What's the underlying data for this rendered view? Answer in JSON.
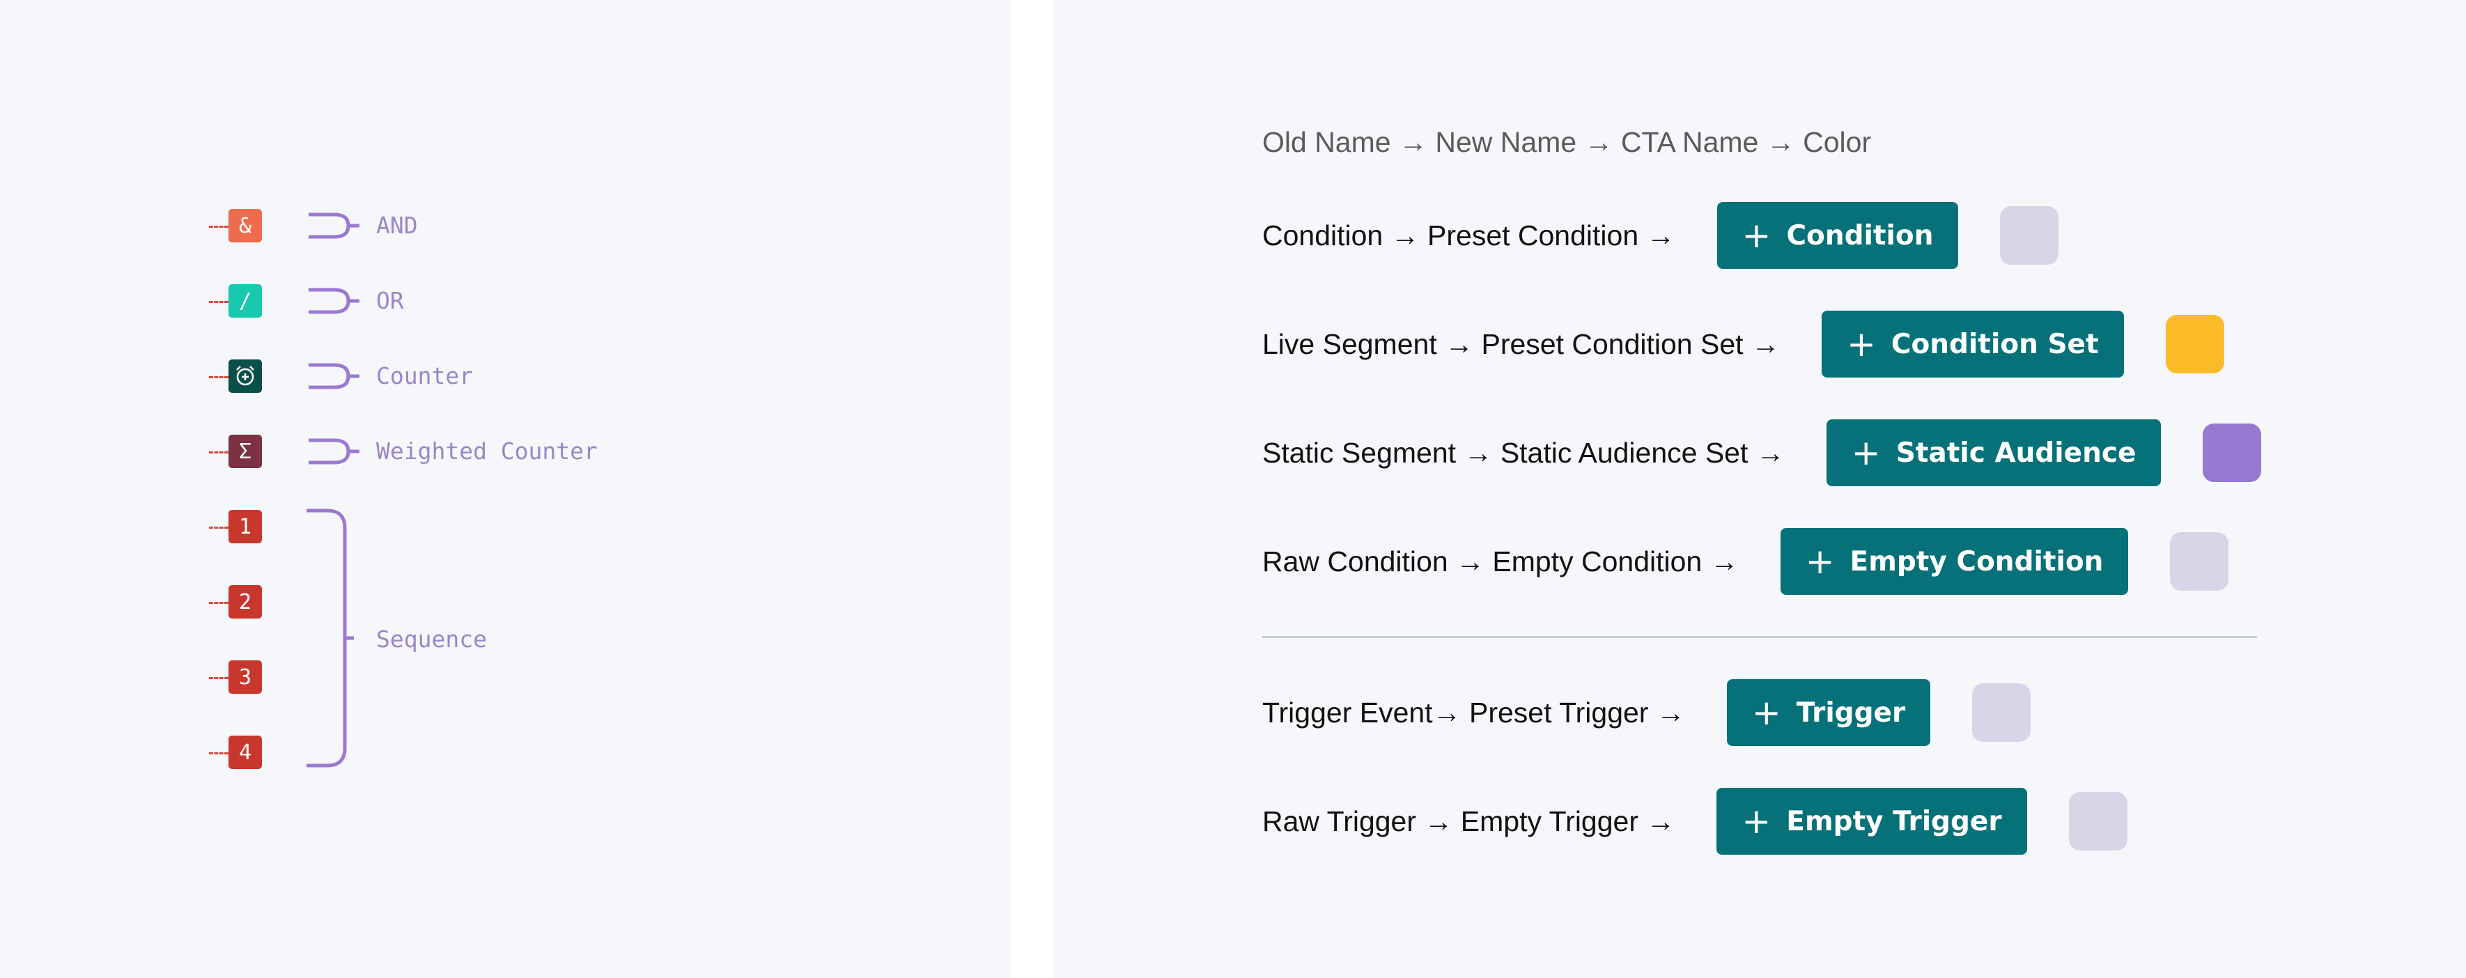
{
  "legend": {
    "items": [
      {
        "symbol": "&",
        "label": "AND",
        "badge_color": "#ee6b4d"
      },
      {
        "symbol": "/",
        "label": "OR",
        "badge_color": "#19c9ad"
      },
      {
        "symbol": "alarm-clock-plus-icon",
        "label": "Counter",
        "badge_color": "#0b4f4a"
      },
      {
        "symbol": "Σ",
        "label": "Weighted Counter",
        "badge_color": "#7d3243"
      }
    ],
    "sequence": {
      "steps": [
        "1",
        "2",
        "3",
        "4"
      ],
      "label": "Sequence",
      "badge_color": "#c8372d"
    },
    "bracket_color": "#9b79d0"
  },
  "mapping": {
    "header": "Old Name → New Name → CTA Name → Color",
    "rows": [
      {
        "text": "Condition → Preset Condition →",
        "cta": "Condition",
        "swatch": "#d6d6e6"
      },
      {
        "text": "Live Segment → Preset Condition Set →",
        "cta": "Condition Set",
        "swatch": "#fbbb29"
      },
      {
        "text": "Static Segment → Static Audience Set →",
        "cta": "Static Audience",
        "swatch": "#9779d2"
      },
      {
        "text": "Raw Condition → Empty Condition →",
        "cta": "Empty Condition",
        "swatch": "#d6d6e6"
      },
      {
        "text": "Trigger Event→ Preset Trigger →",
        "cta": "Trigger",
        "swatch": "#d6d6e6"
      },
      {
        "text": "Raw Trigger → Empty Trigger →",
        "cta": "Empty Trigger",
        "swatch": "#d6d6e6"
      }
    ],
    "button_color": "#07717a",
    "plus_glyph": "+"
  }
}
